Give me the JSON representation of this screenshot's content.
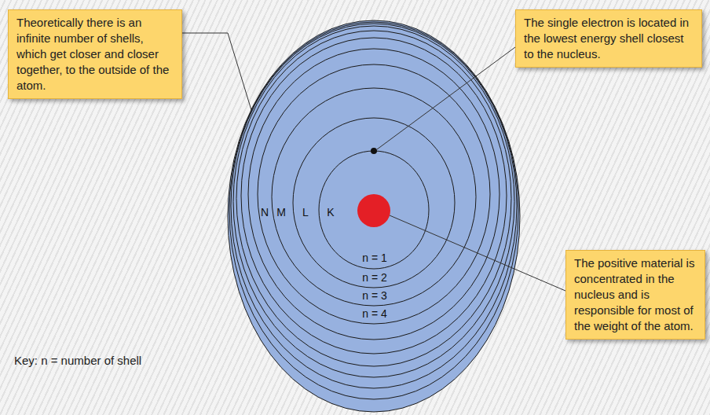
{
  "diagram": {
    "nodes": [
      {
        "text": [
          "Theoretically there is an infinite number of shells, which get closer and closer together, to the outside of the atom."
        ]
      },
      {
        "text": [
          "The single electron is located in the lowest energy shell closest to the nucleus."
        ]
      },
      {
        "text": [
          "The positive material is concentrated in the nucleus and is responsible for most of the weight of the atom."
        ]
      }
    ],
    "labels": [
      "N",
      "M",
      "L",
      "K",
      "n = 1",
      "n = 2",
      "n = 3",
      "n = 4",
      "Key: n = number of shell"
    ]
  }
}
